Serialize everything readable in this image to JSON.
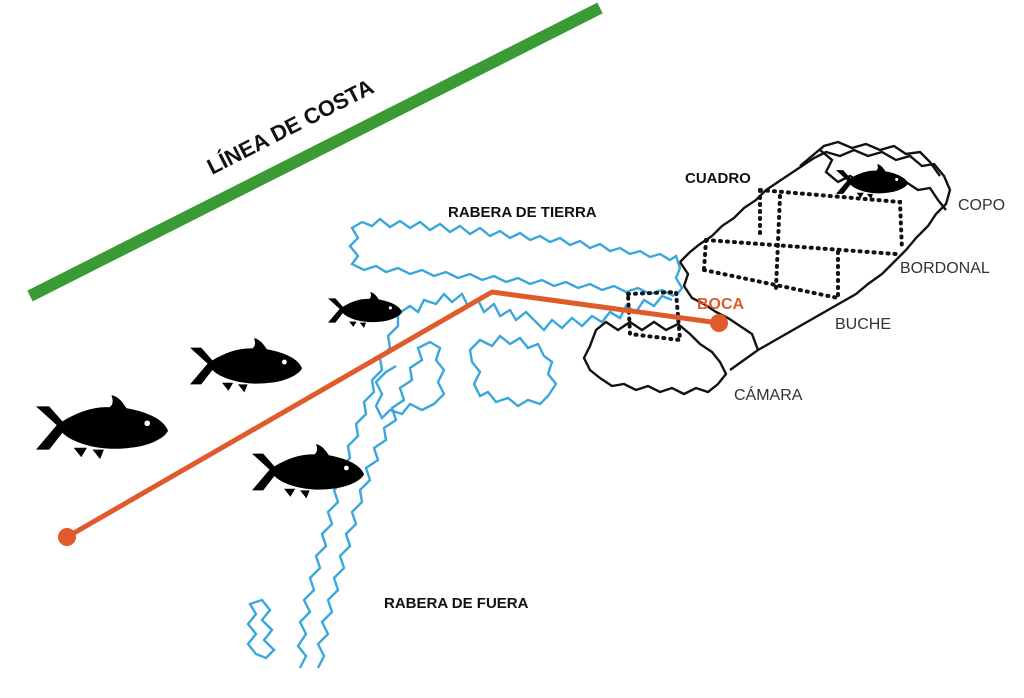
{
  "labels": {
    "coastline": "LÍNEA DE COSTA",
    "inshore_leader": "RABERA DE TIERRA",
    "offshore_leader": "RABERA DE FUERA",
    "square": "CUADRO",
    "mouth": "BOCA",
    "end_bag": "COPO",
    "bordonal": "BORDONAL",
    "buche": "BUCHE",
    "chamber": "CÁMARA"
  },
  "colors": {
    "coastline": "#3a9b35",
    "path": "#e05a2b",
    "net_leader": "#3aa7dc",
    "trap_net": "#111111",
    "fish": "#000000",
    "background": "#ffffff"
  },
  "icons": {
    "fish": "tuna-fish-icon",
    "mouth_marker": "dot-marker-icon"
  }
}
